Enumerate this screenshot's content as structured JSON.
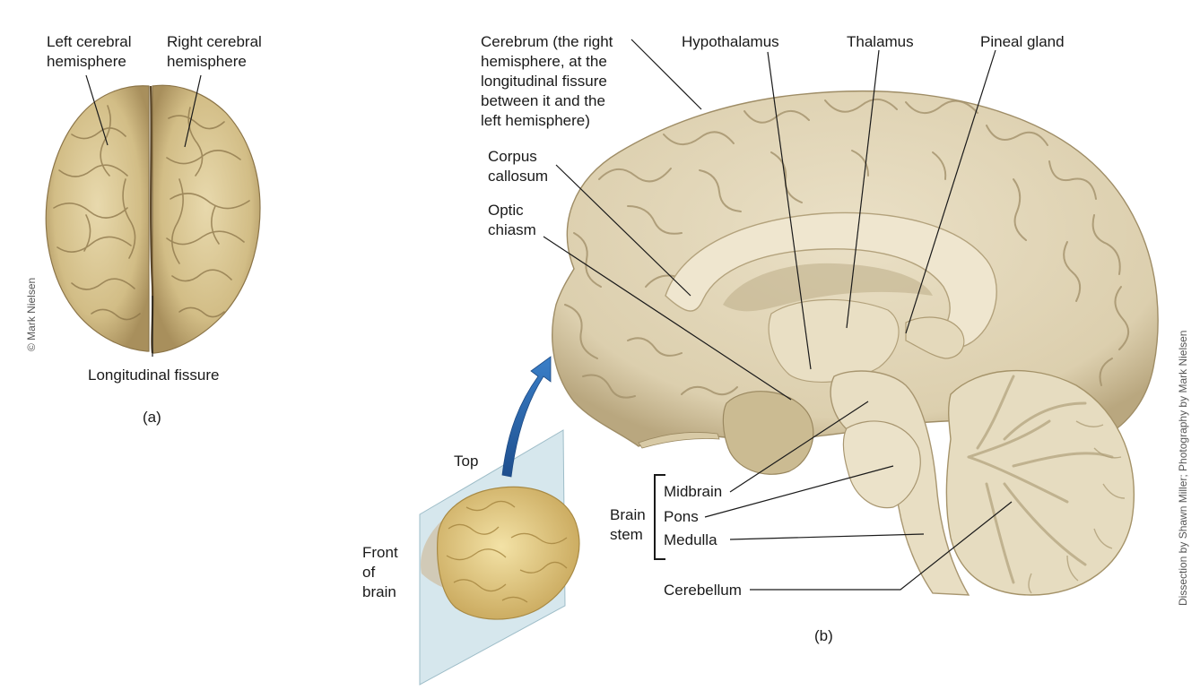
{
  "panel_a": {
    "label_left_hemisphere": "Left cerebral\nhemisphere",
    "label_right_hemisphere": "Right cerebral\nhemisphere",
    "label_fissure": "Longitudinal fissure",
    "credit": "© Mark Nielsen",
    "caption": "(a)"
  },
  "panel_b": {
    "label_cerebrum": "Cerebrum (the right\nhemisphere, at the\nlongitudinal fissure\nbetween it and the\nleft hemisphere)",
    "label_hypothalamus": "Hypothalamus",
    "label_thalamus": "Thalamus",
    "label_pineal": "Pineal gland",
    "label_corpus_callosum": "Corpus\ncallosum",
    "label_optic_chiasm": "Optic\nchiasm",
    "label_brain_stem": "Brain\nstem",
    "label_midbrain": "Midbrain",
    "label_pons": "Pons",
    "label_medulla": "Medulla",
    "label_cerebellum": "Cerebellum",
    "inset_top": "Top",
    "inset_front": "Front\nof\nbrain",
    "credit": "Dissection by Shawn Miller; Photography by Mark Nielsen",
    "caption": "(b)"
  },
  "colors": {
    "brain_tan": "#d9c9a1",
    "brain_shadow": "#a8946a",
    "section_fill": "#e6dcc0",
    "arrow_blue": "#2f6db3",
    "plane": "#cfe3ea"
  }
}
